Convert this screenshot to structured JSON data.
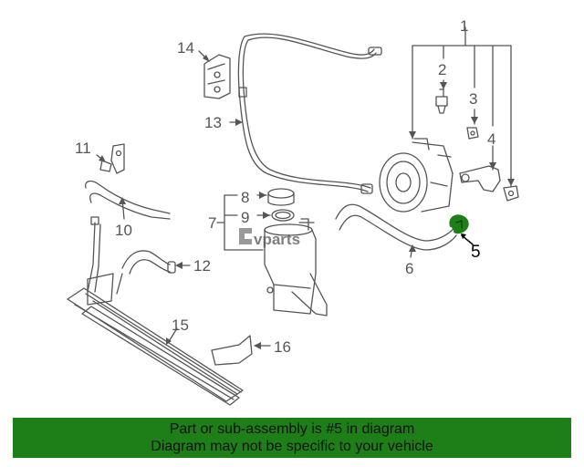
{
  "diagram": {
    "callouts": [
      "1",
      "2",
      "3",
      "4",
      "5",
      "6",
      "7",
      "8",
      "9",
      "10",
      "11",
      "12",
      "13",
      "14",
      "15",
      "16"
    ],
    "highlighted_callout": "5",
    "watermark": "vparts",
    "colors": {
      "line": "#555555",
      "highlight_part": "#1e7e17",
      "banner_bg": "#1e7e17"
    }
  },
  "banner": {
    "line1": "Part or sub-assembly is #5 in diagram",
    "line2": "Diagram may not be specific to your vehicle"
  }
}
